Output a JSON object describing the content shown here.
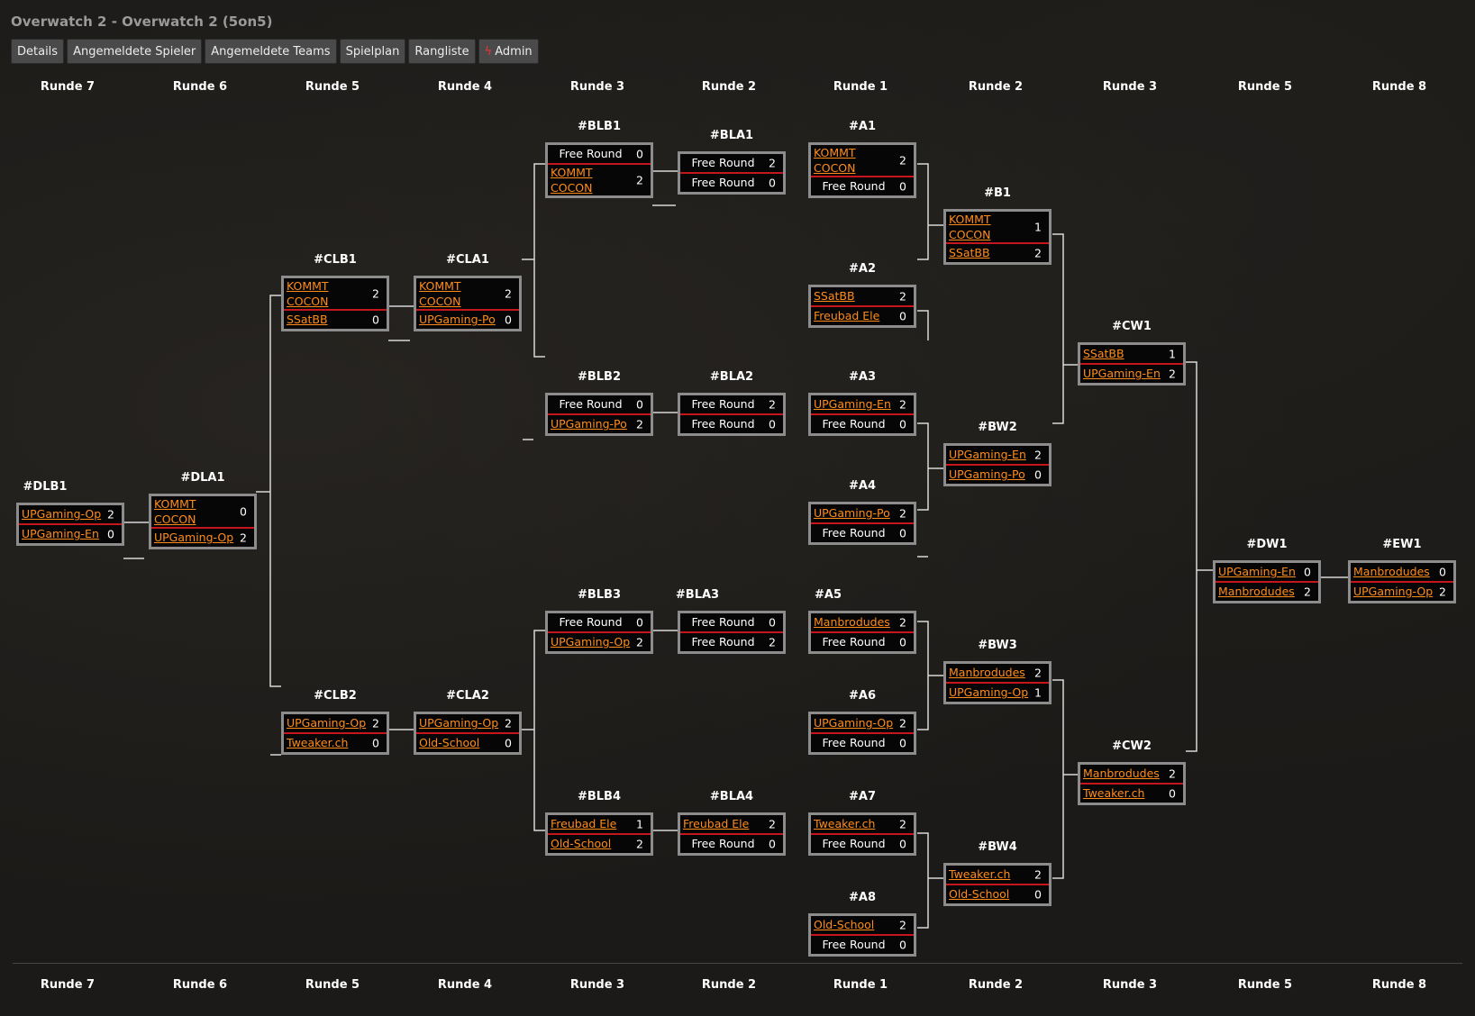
{
  "title": "Overwatch 2 - Overwatch 2 (5on5)",
  "tabs": [
    "Details",
    "Angemeldete Spieler",
    "Angemeldete Teams",
    "Spielplan",
    "Rangliste",
    "Admin"
  ],
  "rounds": [
    "Runde 7",
    "Runde 6",
    "Runde 5",
    "Runde 4",
    "Runde 3",
    "Runde 2",
    "Runde 1",
    "Runde 2",
    "Runde 3",
    "Runde 5",
    "Runde 8"
  ],
  "matches": [
    {
      "id": "#BLB1",
      "t1": "Free Round",
      "s1": "0",
      "t2": "KOMMT COCON",
      "s2": "2"
    },
    {
      "id": "#BLA1",
      "t1": "Free Round",
      "s1": "2",
      "t2": "Free Round",
      "s2": "0"
    },
    {
      "id": "#A1",
      "t1": "KOMMT COCON",
      "s1": "2",
      "t2": "Free Round",
      "s2": "0"
    },
    {
      "id": "#B1",
      "t1": "KOMMT COCON",
      "s1": "1",
      "t2": "SSatBB",
      "s2": "2"
    },
    {
      "id": "#CLB1",
      "t1": "KOMMT COCON",
      "s1": "2",
      "t2": "SSatBB",
      "s2": "0"
    },
    {
      "id": "#CLA1",
      "t1": "KOMMT COCON",
      "s1": "2",
      "t2": "UPGaming-Po",
      "s2": "0"
    },
    {
      "id": "#A2",
      "t1": "SSatBB",
      "s1": "2",
      "t2": "Freubad Ele",
      "s2": "0"
    },
    {
      "id": "#CW1",
      "t1": "SSatBB",
      "s1": "1",
      "t2": "UPGaming-En",
      "s2": "2"
    },
    {
      "id": "#BLB2",
      "t1": "Free Round",
      "s1": "0",
      "t2": "UPGaming-Po",
      "s2": "2"
    },
    {
      "id": "#BLA2",
      "t1": "Free Round",
      "s1": "2",
      "t2": "Free Round",
      "s2": "0"
    },
    {
      "id": "#A3",
      "t1": "UPGaming-En",
      "s1": "2",
      "t2": "Free Round",
      "s2": "0"
    },
    {
      "id": "#BW2",
      "t1": "UPGaming-En",
      "s1": "2",
      "t2": "UPGaming-Po",
      "s2": "0"
    },
    {
      "id": "#DLB1",
      "t1": "UPGaming-Op",
      "s1": "2",
      "t2": "UPGaming-En",
      "s2": "0"
    },
    {
      "id": "#DLA1",
      "t1": "KOMMT COCON",
      "s1": "0",
      "t2": "UPGaming-Op",
      "s2": "2"
    },
    {
      "id": "#A4",
      "t1": "UPGaming-Po",
      "s1": "2",
      "t2": "Free Round",
      "s2": "0"
    },
    {
      "id": "#DW1",
      "t1": "UPGaming-En",
      "s1": "0",
      "t2": "Manbrodudes",
      "s2": "2"
    },
    {
      "id": "#EW1",
      "t1": "Manbrodudes",
      "s1": "0",
      "t2": "UPGaming-Op",
      "s2": "2"
    },
    {
      "id": "#BLB3",
      "t1": "Free Round",
      "s1": "0",
      "t2": "UPGaming-Op",
      "s2": "2"
    },
    {
      "id": "#BLA3",
      "t1": "Free Round",
      "s1": "0",
      "t2": "Free Round",
      "s2": "2"
    },
    {
      "id": "#A5",
      "t1": "Manbrodudes",
      "s1": "2",
      "t2": "Free Round",
      "s2": "0"
    },
    {
      "id": "#BW3",
      "t1": "Manbrodudes",
      "s1": "2",
      "t2": "UPGaming-Op",
      "s2": "1"
    },
    {
      "id": "#CLB2",
      "t1": "UPGaming-Op",
      "s1": "2",
      "t2": "Tweaker.ch",
      "s2": "0"
    },
    {
      "id": "#CLA2",
      "t1": "UPGaming-Op",
      "s1": "2",
      "t2": "Old-School",
      "s2": "0"
    },
    {
      "id": "#A6",
      "t1": "UPGaming-Op",
      "s1": "2",
      "t2": "Free Round",
      "s2": "0"
    },
    {
      "id": "#CW2",
      "t1": "Manbrodudes",
      "s1": "2",
      "t2": "Tweaker.ch",
      "s2": "0"
    },
    {
      "id": "#BLB4",
      "t1": "Freubad Ele",
      "s1": "1",
      "t2": "Old-School",
      "s2": "2"
    },
    {
      "id": "#BLA4",
      "t1": "Freubad Ele",
      "s1": "2",
      "t2": "Free Round",
      "s2": "0"
    },
    {
      "id": "#A7",
      "t1": "Tweaker.ch",
      "s1": "2",
      "t2": "Free Round",
      "s2": "0"
    },
    {
      "id": "#BW4",
      "t1": "Tweaker.ch",
      "s1": "2",
      "t2": "Old-School",
      "s2": "0"
    },
    {
      "id": "#A8",
      "t1": "Old-School",
      "s1": "2",
      "t2": "Free Round",
      "s2": "0"
    }
  ]
}
